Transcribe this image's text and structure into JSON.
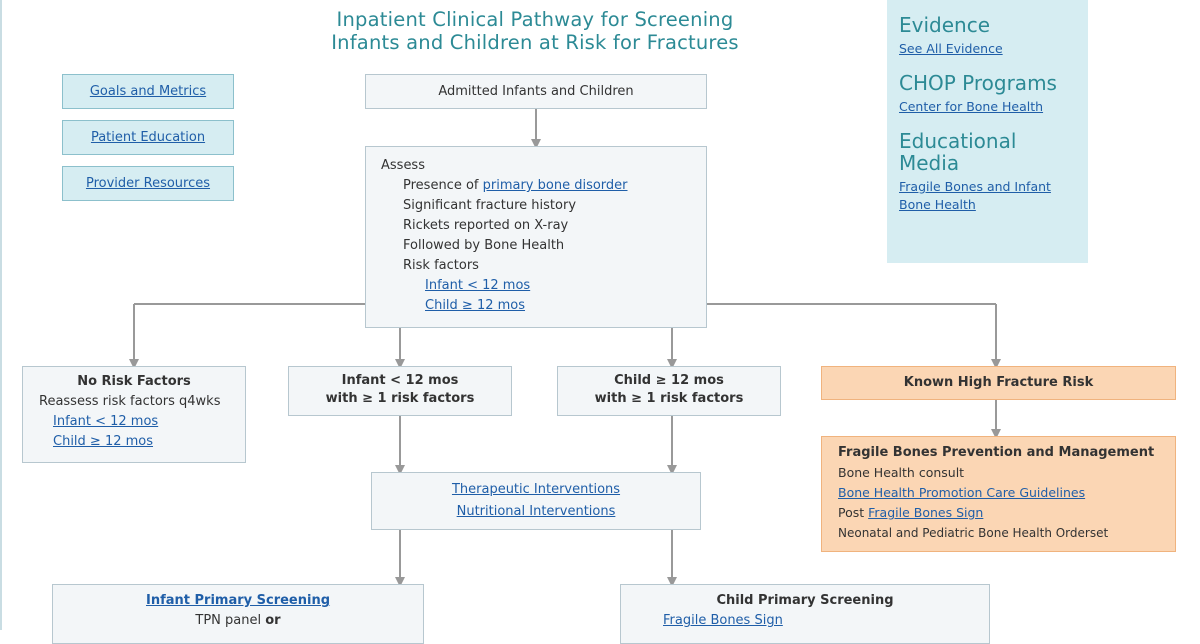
{
  "title": "Inpatient Clinical Pathway for Screening Infants and Children at Risk for Fractures",
  "title_line1": "Inpatient Clinical Pathway for Screening",
  "title_line2": "Infants and Children at Risk for Fractures",
  "nav": {
    "goals": "Goals and Metrics",
    "education": "Patient Education",
    "provider": "Provider Resources"
  },
  "sidebar": {
    "evidence_heading": "Evidence",
    "evidence_link": "See All Evidence",
    "programs_heading": "CHOP Programs",
    "programs_link": "Center for Bone Health",
    "media_heading_line1": "Educational",
    "media_heading_line2": "Media",
    "media_link_line1": "Fragile Bones and Infant",
    "media_link_line2": "Bone Health"
  },
  "admitted": "Admitted Infants and Children",
  "assess": {
    "heading": "Assess",
    "presence_prefix": "Presence of ",
    "presence_link": "primary bone disorder",
    "items": [
      "Significant fracture history",
      "Rickets reported on X-ray",
      "Followed by Bone Health",
      "Risk factors"
    ],
    "infant_link": "Infant < 12 mos",
    "child_link": "Child ≥ 12 mos"
  },
  "no_risk": {
    "title": "No Risk Factors",
    "text": "Reassess risk factors q4wks",
    "infant_link": "Infant < 12 mos",
    "child_link": "Child ≥ 12 mos"
  },
  "infant_risk": {
    "line1": "Infant < 12 mos",
    "line2": "with ≥ 1 risk factors"
  },
  "child_risk": {
    "line1": "Child ≥ 12 mos",
    "line2": "with ≥ 1 risk factors"
  },
  "known_high": "Known High Fracture Risk",
  "fragile": {
    "title": "Fragile Bones Prevention and Management",
    "consult": "Bone Health consult",
    "guidelines_link": "Bone Health Promotion Care Guidelines",
    "post_prefix": "Post ",
    "sign_link": "Fragile Bones Sign",
    "orderset": "Neonatal and Pediatric Bone Health Orderset"
  },
  "interventions": {
    "therapeutic": "Therapeutic Interventions",
    "nutritional": "Nutritional Interventions"
  },
  "infant_screen": {
    "title_link": "Infant Primary Screening",
    "line1": "TPN panel ",
    "line1_bold": "or"
  },
  "child_screen": {
    "title": "Child Primary Screening",
    "link": "Fragile Bones Sign"
  }
}
